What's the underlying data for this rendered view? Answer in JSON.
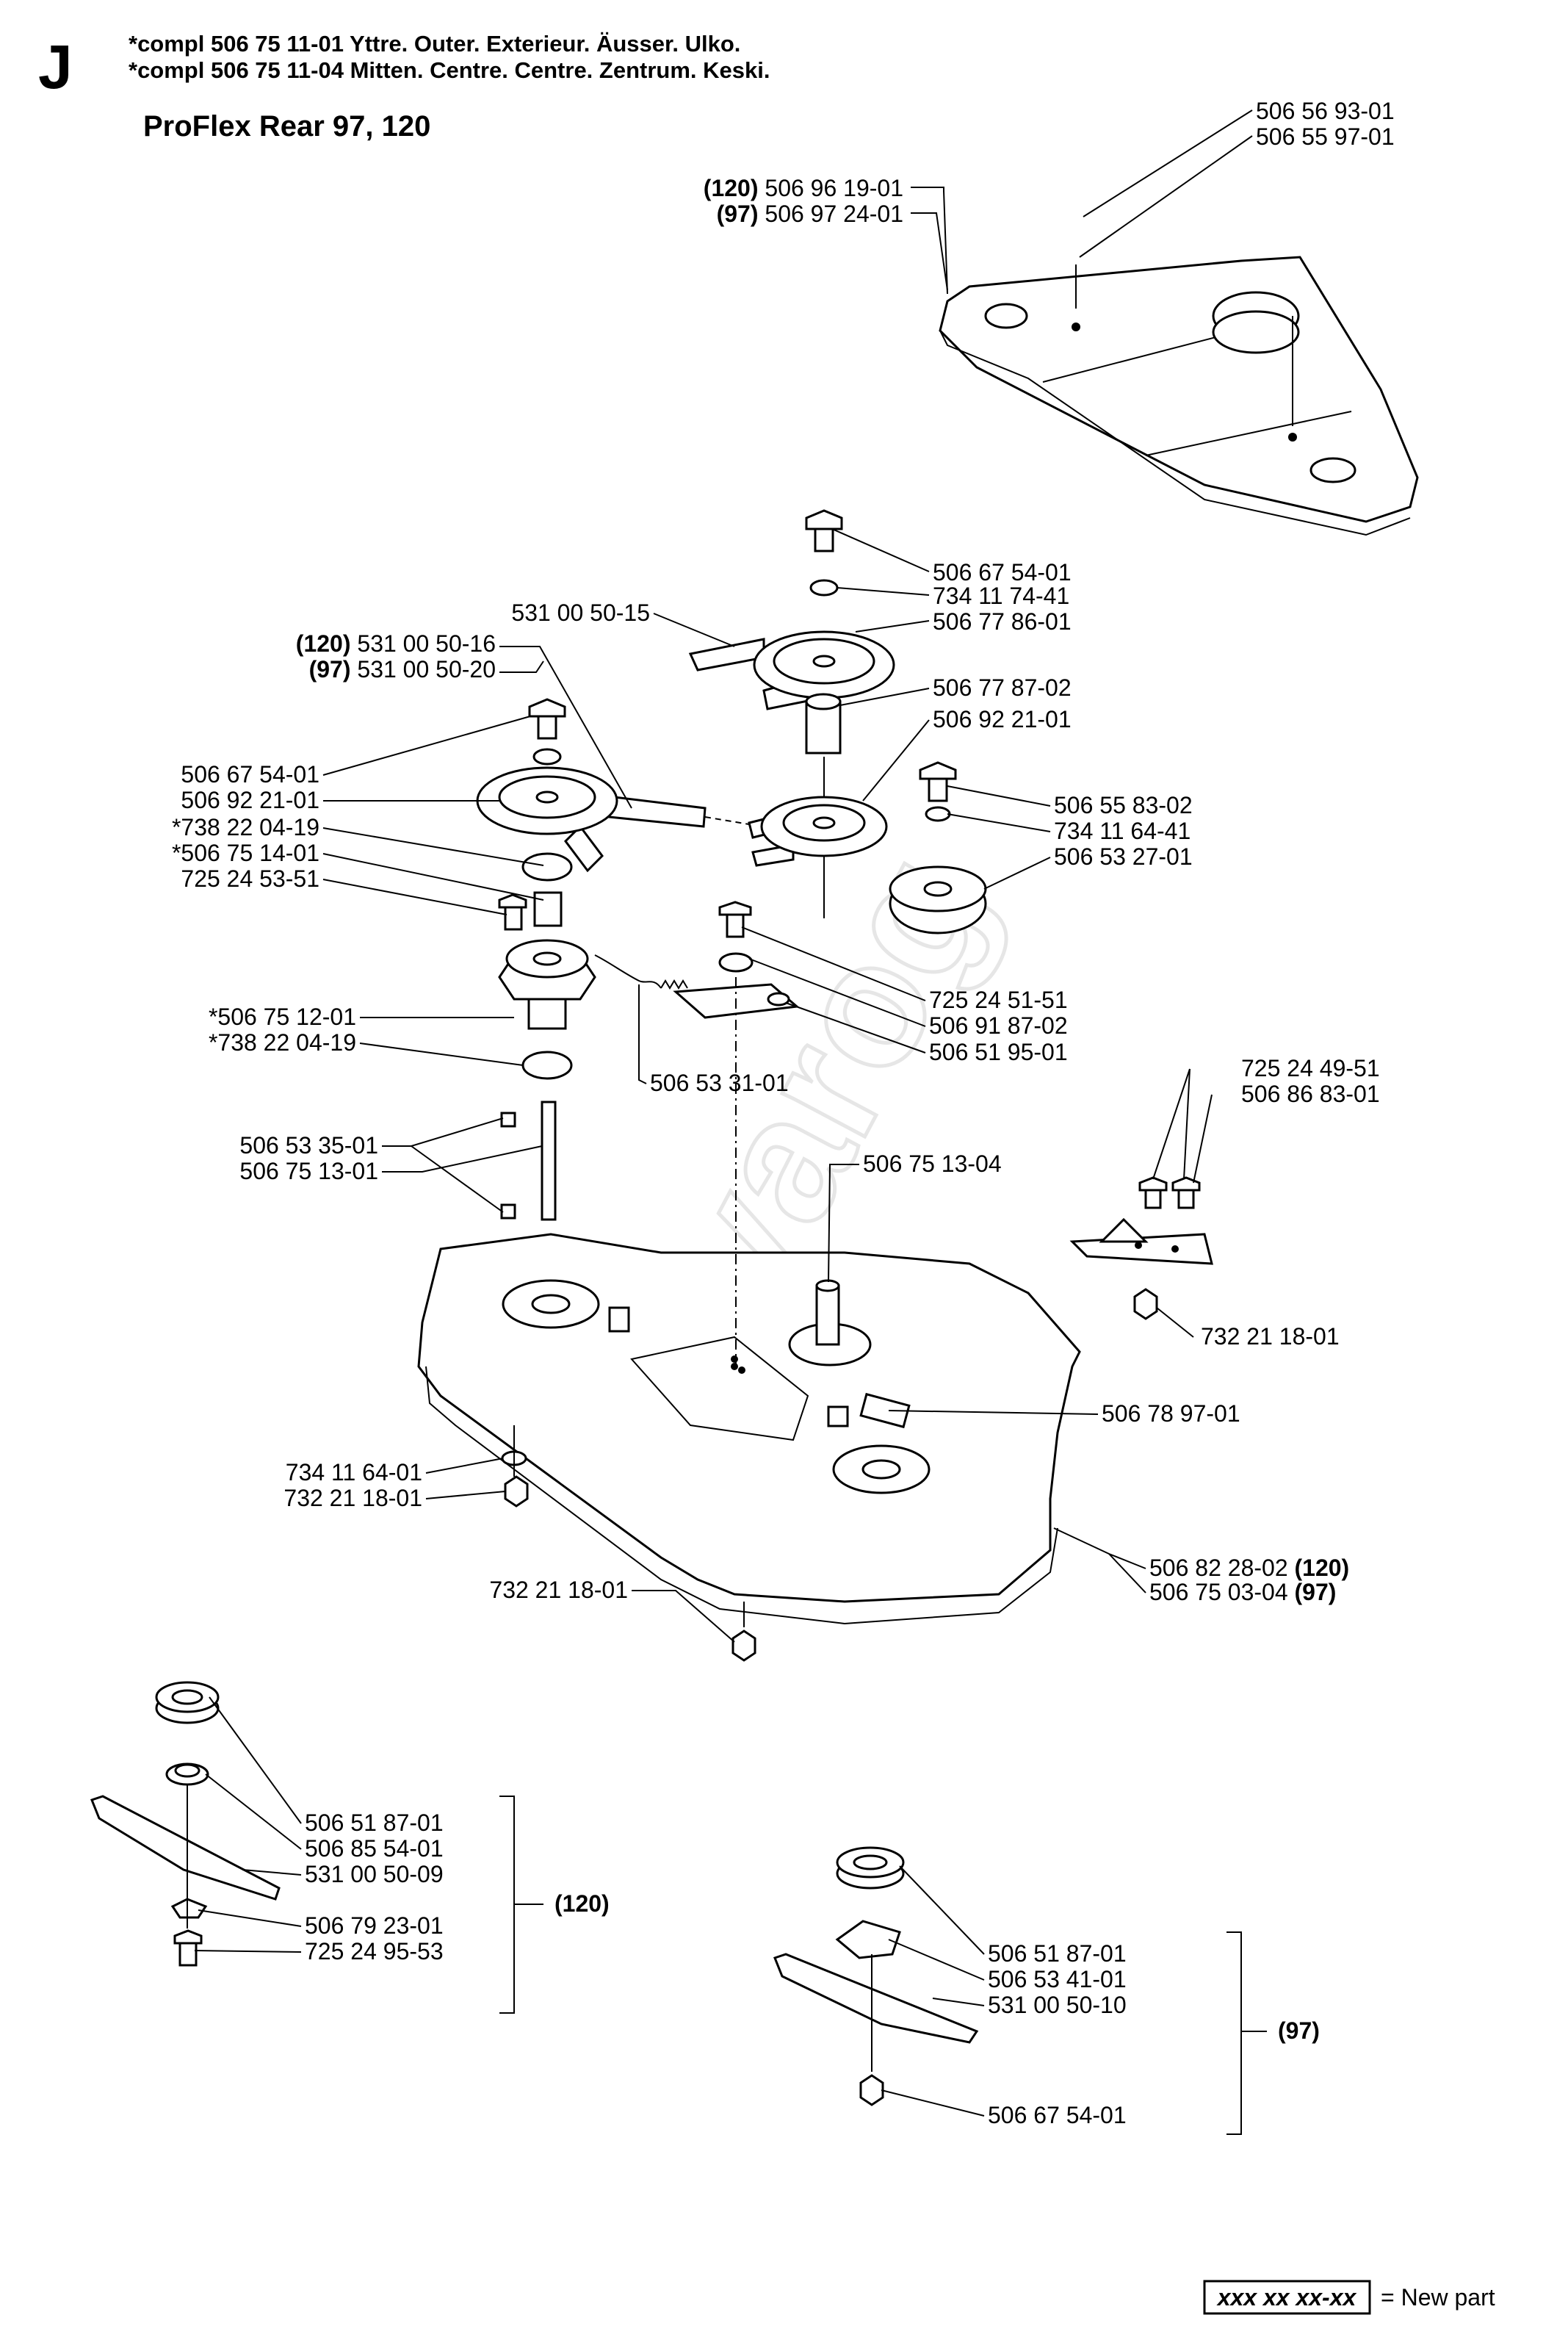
{
  "header": {
    "section_letter": "J",
    "line1": "*compl 506 75 11-01  Yttre. Outer. Exterieur. Äusser. Ulko.",
    "line2": "*compl 506 75 11-04  Mitten. Centre. Centre. Zentrum. Keski.",
    "title": "ProFlex Rear 97, 120"
  },
  "callouts": {
    "c1": "506 56 93-01",
    "c2": "506 55 97-01",
    "c3_tag": "(120)",
    "c3": "506 96 19-01",
    "c4_tag": "(97)",
    "c4": "506 97 24-01",
    "c5": "506 67 54-01",
    "c6": "734 11 74-41",
    "c7": "531 00 50-15",
    "c8": "506 77 86-01",
    "c9_tag": "(120)",
    "c9": "531 00 50-16",
    "c10_tag": "(97)",
    "c10": "531 00 50-20",
    "c11": "506 77 87-02",
    "c12": "506 92 21-01",
    "c13": "506 67 54-01",
    "c14": "506 92 21-01",
    "c15": "506 55 83-02",
    "c16": "*738 22 04-19",
    "c17": "734 11 64-41",
    "c18": "*506 75 14-01",
    "c19": "506 53 27-01",
    "c20": "725 24 53-51",
    "c21": "725 24 51-51",
    "c22": "*506 75 12-01",
    "c23": "506 91 87-02",
    "c24": "*738 22 04-19",
    "c25": "506 51 95-01",
    "c26": "506 53 31-01",
    "c27": "725 24 49-51",
    "c28": "506 86 83-01",
    "c29": "506 53 35-01",
    "c30": "506 75 13-01",
    "c31": "506 75 13-04",
    "c32": "732 21 18-01",
    "c33": "506 78 97-01",
    "c34": "734 11 64-01",
    "c35": "732 21 18-01",
    "c36": "506 82 28-02",
    "c36_tag": "(120)",
    "c37": "506 75 03-04",
    "c37_tag": "(97)",
    "c38": "732 21 18-01",
    "c39": "506 51 87-01",
    "c40": "506 85 54-01",
    "c41": "531 00 50-09",
    "c42_tag": "(120)",
    "c43": "506 79 23-01",
    "c44": "725 24 95-53",
    "c45": "506 51 87-01",
    "c46": "506 53 41-01",
    "c47": "531 00 50-10",
    "c48_tag": "(97)",
    "c49": "506 67 54-01"
  },
  "legend": {
    "box": "xxx xx xx-xx",
    "text": "= New part"
  }
}
